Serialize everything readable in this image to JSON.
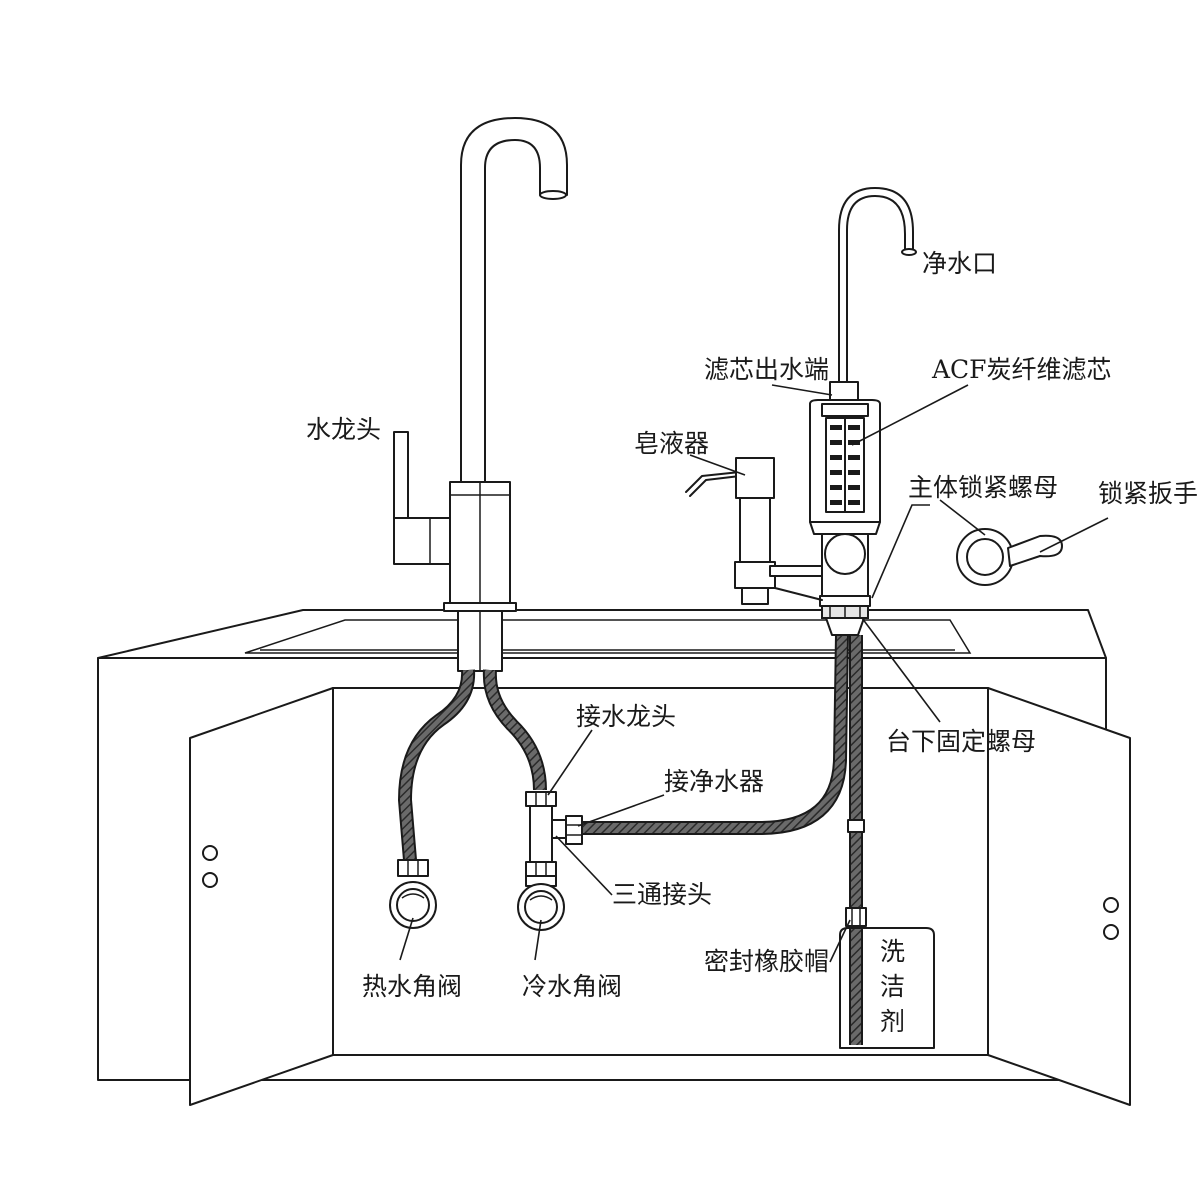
{
  "labels": {
    "faucet": "水龙头",
    "clean_outlet": "净水口",
    "filter_outlet_end": "滤芯出水端",
    "acf_filter": "ACF炭纤维滤芯",
    "soap_dispenser": "皂液器",
    "main_lock_nut": "主体锁紧螺母",
    "lock_wrench": "锁紧扳手",
    "under_counter_nut": "台下固定螺母",
    "faucet_connector": "接水龙头",
    "purifier_connector": "接净水器",
    "tee_joint": "三通接头",
    "seal_rubber_cap": "密封橡胶帽",
    "hot_angle_valve": "热水角阀",
    "cold_angle_valve": "冷水角阀",
    "detergent_1": "洗",
    "detergent_2": "洁",
    "detergent_3": "剂"
  }
}
